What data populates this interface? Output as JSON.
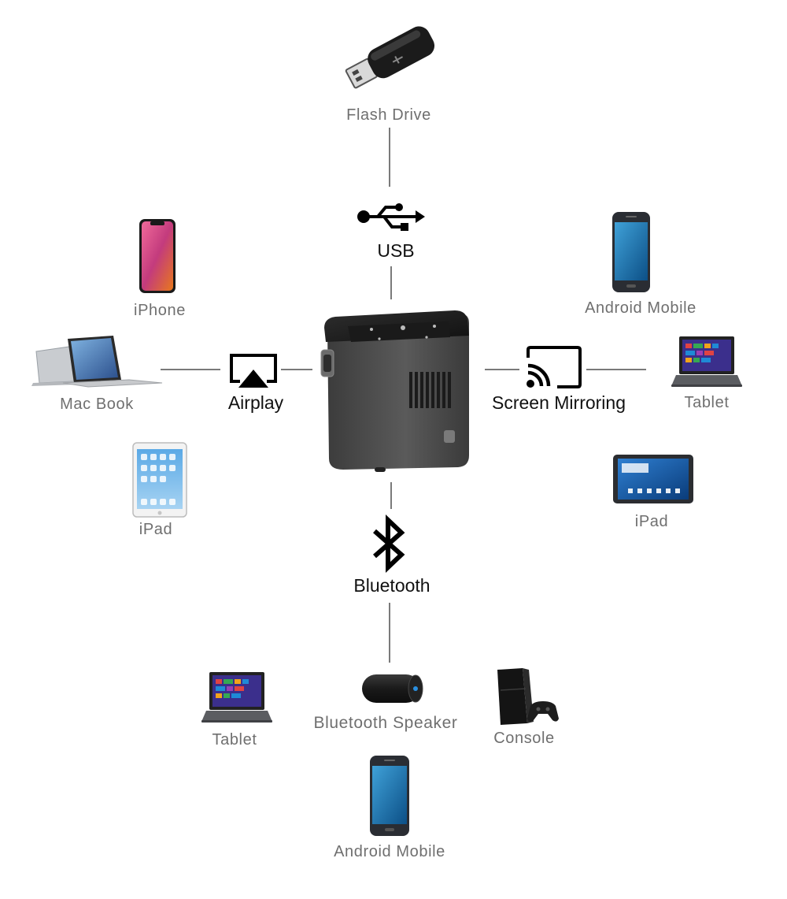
{
  "center": {
    "icon": "mini-projector-cube"
  },
  "usb": {
    "label": "USB",
    "icon": "usb-icon",
    "devices": [
      {
        "label": "Flash Drive",
        "icon": "flash-drive-icon"
      }
    ]
  },
  "airplay": {
    "label": "Airplay",
    "icon": "airplay-icon",
    "devices": [
      {
        "label": "iPhone",
        "icon": "iphone-icon"
      },
      {
        "label": "Mac Book",
        "icon": "macbook-icon"
      },
      {
        "label": "iPad",
        "icon": "ipad-icon"
      }
    ]
  },
  "mirroring": {
    "label": "Screen Mirroring",
    "icon": "screen-mirroring-icon",
    "devices": [
      {
        "label": "Android Mobile",
        "icon": "android-phone-icon"
      },
      {
        "label": "Tablet",
        "icon": "laptop-tablet-icon"
      },
      {
        "label": "iPad",
        "icon": "android-tablet-icon"
      }
    ]
  },
  "bluetooth": {
    "label": "Bluetooth",
    "icon": "bluetooth-icon",
    "devices": [
      {
        "label": "Tablet",
        "icon": "laptop-tablet-icon"
      },
      {
        "label": "Bluetooth Speaker",
        "icon": "speaker-icon"
      },
      {
        "label": "Console",
        "icon": "console-icon"
      },
      {
        "label": "Android Mobile",
        "icon": "android-phone-icon"
      }
    ]
  }
}
